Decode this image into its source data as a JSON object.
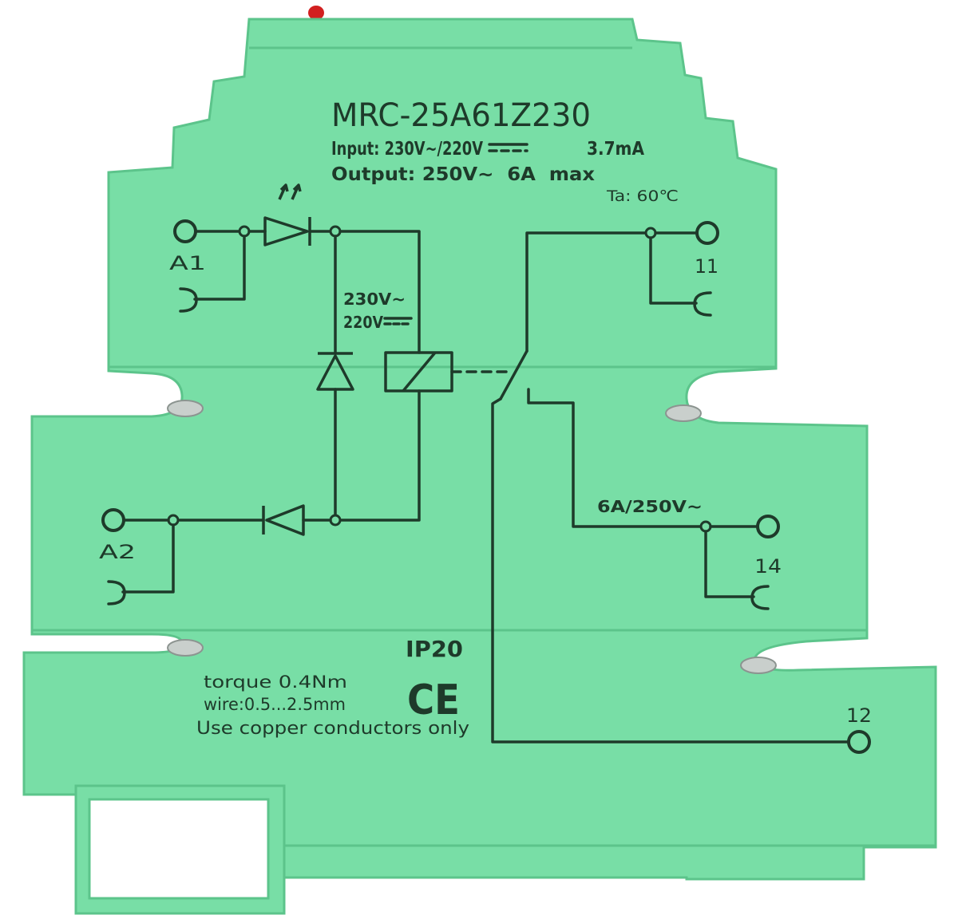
{
  "product": {
    "model": "MRC-25A61Z230",
    "input_label": "Input: 230V~/220V",
    "input_current": "3.7mA",
    "output": "Output: 250V~  6A  max",
    "ambient_temp": "Ta: 60℃"
  },
  "terminals": {
    "a1": "A1",
    "a2": "A2",
    "t11": "11",
    "t14": "14",
    "t12": "12"
  },
  "coil_rating": {
    "ac": "230V~",
    "dc": "220V"
  },
  "contact_rating": "6A/250V~",
  "protection": "IP20",
  "certification": "CE",
  "notes": {
    "torque": "torque 0.4Nm",
    "wire": "wire:0.5...2.5mm",
    "conductors": "Use copper conductors only"
  },
  "colors": {
    "housing": "#78dea6",
    "housing_shade": "#5cc48b",
    "print": "#1e3a2a",
    "led": "#d22020",
    "background": "#ffffff"
  }
}
